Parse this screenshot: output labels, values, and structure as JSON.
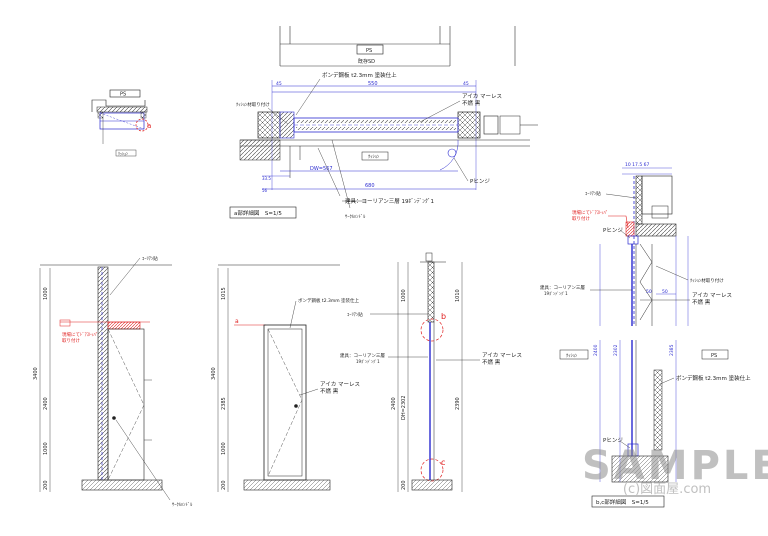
{
  "sheet": {
    "colors": {
      "line": "#1a1a1a",
      "blue": "#2a2ad0",
      "red": "#e02020",
      "hatch": "#555555"
    }
  },
  "key_plan": {
    "label_ps": "PS",
    "label_a": "a",
    "tag": "ｸｯｼｮﾝ"
  },
  "plan_a": {
    "ps_label": "PS",
    "existing_label": "既存SD",
    "note_bonded_panel": "ボンデ鋼板 t2.3mm 塗装仕上",
    "note_cushion": "ｸｯｼｮﾝ材取り付け",
    "note_aica_1": "アイカ マーレス",
    "note_aica_2": "不燃 黒",
    "note_hinge": "Pヒンジ",
    "note_fitting": "建具：コーリアン三層 19ﾎﾞﾝﾃﾞﾝｸﾞ1",
    "note_handle": "ｻｰｸﾙﾊﾝﾄﾞﾙ",
    "dim_550": "550",
    "dim_45l": "45",
    "dim_45r": "45",
    "dim_dw": "DW=567",
    "dim_680": "680",
    "dim_56": "56",
    "dim_33": "33.5",
    "tag": "ｸｯｼｮﾝ",
    "title": "a部詳細図　S=1/5"
  },
  "elev_1": {
    "note_top": "ｺｰﾘｱﾝ貼",
    "red_note_1": "現場にてﾄﾞｱｽﾄｯﾊﾟ",
    "red_note_2": "取り付け",
    "note_handle": "ｻｰｸﾙﾊﾝﾄﾞﾙ",
    "dim_total": "3400",
    "dim_top": "1000",
    "dim_2400": "2400",
    "dim_1000": "1000",
    "dim_200": "200"
  },
  "elev_2": {
    "note_panel": "ボンデ鋼板 t2.3mm 塗装仕上",
    "note_aica_1": "アイカ マーレス",
    "note_aica_2": "不燃 黒",
    "dim_total": "3400",
    "dim_top": "1015",
    "dim_2385": "2385",
    "dim_1000": "1000",
    "dim_200": "200",
    "mark_a": "a"
  },
  "section_1": {
    "note_corian": "ｺｰﾘｱﾝ貼",
    "note_fitting_1": "建具：コーリアン三層",
    "note_fitting_2": "19ﾎﾞﾝﾃﾞﾝｸﾞ1",
    "note_aica_1": "アイカ マーレス",
    "note_aica_2": "不燃 黒",
    "mark_b": "b",
    "mark_c": "c",
    "dim_1000": "1000",
    "dim_1010": "1010",
    "dim_2400": "2400",
    "dim_dh": "DH=2302",
    "dim_2390": "2390",
    "dim_200": "200"
  },
  "detail_bc": {
    "dims_top": "10 17.5  67",
    "note_corian": "ｺｰﾘｱﾝ貼",
    "red_note_1": "現場にてﾄﾞｱｽﾄｯﾊﾟ",
    "red_note_2": "取り付け",
    "note_hinge_top": "Pヒンジ",
    "note_fitting_1": "建具：コーリアン三層",
    "note_fitting_2": "19ﾎﾞﾝﾃﾞﾝｸﾞ1",
    "note_cushion": "ｸｯｼｮﾝ材取り付け",
    "note_aica_1": "アイカ マーレス",
    "note_aica_2": "不燃 黒",
    "dim_50a": "50",
    "dim_50b": "50",
    "tag": "ｸｯｼｮﾝ",
    "ps_label": "PS",
    "note_panel": "ボンデ鋼板 t2.3mm 塗装仕上",
    "note_hinge_bottom": "Pヒンジ",
    "dim_2400": "2400",
    "dim_2302": "2302",
    "dim_2385": "2385",
    "title": "b,c部詳細図　S=1/5"
  },
  "watermark": {
    "main": "SAMPLE",
    "sub": "(c)図面屋.com"
  }
}
